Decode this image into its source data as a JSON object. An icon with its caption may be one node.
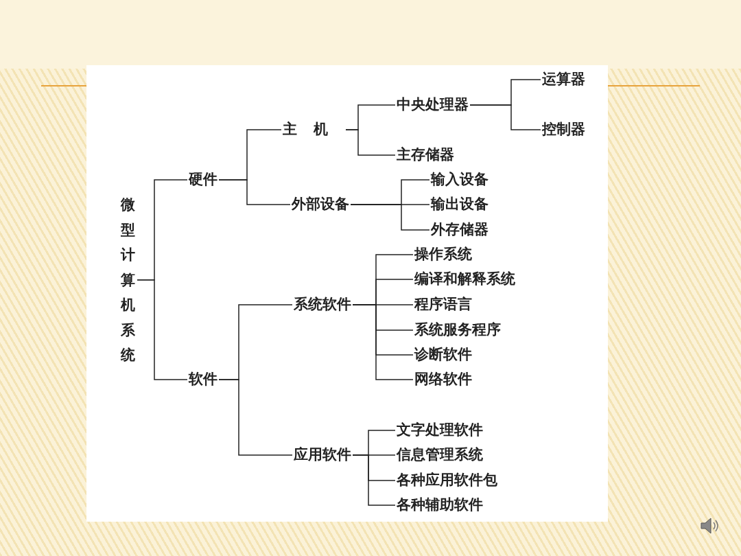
{
  "diagram": {
    "nodes": [
      {
        "text": [
          "微型计算机系统"
        ]
      },
      {
        "text": [
          "硬件"
        ]
      },
      {
        "text": [
          "软件"
        ]
      },
      {
        "text": [
          "主机"
        ]
      },
      {
        "text": [
          "外部设备"
        ]
      },
      {
        "text": [
          "中央处理器"
        ]
      },
      {
        "text": [
          "主存储器"
        ]
      },
      {
        "text": [
          "运算器"
        ]
      },
      {
        "text": [
          "控制器"
        ]
      },
      {
        "text": [
          "输入设备"
        ]
      },
      {
        "text": [
          "输出设备"
        ]
      },
      {
        "text": [
          "外存储器"
        ]
      },
      {
        "text": [
          "系统软件"
        ]
      },
      {
        "text": [
          "应用软件"
        ]
      },
      {
        "text": [
          "操作系统"
        ]
      },
      {
        "text": [
          "编译和解释系统"
        ]
      },
      {
        "text": [
          "程序语言"
        ]
      },
      {
        "text": [
          "系统服务程序"
        ]
      },
      {
        "text": [
          "诊断软件"
        ]
      },
      {
        "text": [
          "网络软件"
        ]
      },
      {
        "text": [
          "文字处理软件"
        ]
      },
      {
        "text": [
          "信息管理系统"
        ]
      },
      {
        "text": [
          "各种应用软件包"
        ]
      },
      {
        "text": [
          "各种辅助软件"
        ]
      }
    ],
    "edges": [
      {
        "from": 0,
        "to": 1,
        "arrow": "none"
      },
      {
        "from": 0,
        "to": 2,
        "arrow": "none"
      },
      {
        "from": 1,
        "to": 3,
        "arrow": "none"
      },
      {
        "from": 1,
        "to": 4,
        "arrow": "none"
      },
      {
        "from": 3,
        "to": 5,
        "arrow": "none"
      },
      {
        "from": 3,
        "to": 6,
        "arrow": "none"
      },
      {
        "from": 5,
        "to": 7,
        "arrow": "none"
      },
      {
        "from": 5,
        "to": 8,
        "arrow": "none"
      },
      {
        "from": 4,
        "to": 9,
        "arrow": "none"
      },
      {
        "from": 4,
        "to": 10,
        "arrow": "none"
      },
      {
        "from": 4,
        "to": 11,
        "arrow": "none"
      },
      {
        "from": 2,
        "to": 12,
        "arrow": "none"
      },
      {
        "from": 2,
        "to": 13,
        "arrow": "none"
      },
      {
        "from": 12,
        "to": 14,
        "arrow": "none"
      },
      {
        "from": 12,
        "to": 15,
        "arrow": "none"
      },
      {
        "from": 12,
        "to": 16,
        "arrow": "none"
      },
      {
        "from": 12,
        "to": 17,
        "arrow": "none"
      },
      {
        "from": 12,
        "to": 18,
        "arrow": "none"
      },
      {
        "from": 12,
        "to": 19,
        "arrow": "none"
      },
      {
        "from": 13,
        "to": 20,
        "arrow": "none"
      },
      {
        "from": 13,
        "to": 21,
        "arrow": "none"
      },
      {
        "from": 13,
        "to": 22,
        "arrow": "none"
      },
      {
        "from": 13,
        "to": 23,
        "arrow": "none"
      }
    ]
  }
}
